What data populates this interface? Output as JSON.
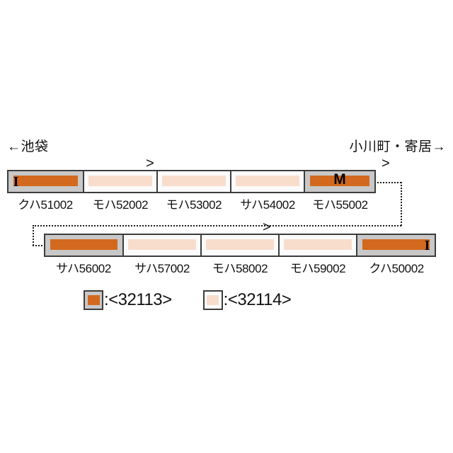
{
  "destinations": {
    "left": "←池袋",
    "right": "小川町・寄居→"
  },
  "rows": [
    {
      "id": "row-1",
      "cars": [
        {
          "number": "クハ51002",
          "style": "dark",
          "mark": "I",
          "mark_side": "left",
          "panto": false
        },
        {
          "number": "モハ52002",
          "style": "light",
          "mark": "",
          "mark_side": "",
          "panto": false
        },
        {
          "number": "モハ53002",
          "style": "light",
          "mark": "",
          "mark_side": "",
          "panto": true
        },
        {
          "number": "サハ54002",
          "style": "light",
          "mark": "",
          "mark_side": "",
          "panto": false
        },
        {
          "number": "モハ55002",
          "style": "dark",
          "mark": "M",
          "mark_side": "center",
          "panto": true
        }
      ]
    },
    {
      "id": "row-2",
      "cars": [
        {
          "number": "サハ56002",
          "style": "dark",
          "mark": "",
          "mark_side": "",
          "panto": false
        },
        {
          "number": "サハ57002",
          "style": "light",
          "mark": "",
          "mark_side": "",
          "panto": false
        },
        {
          "number": "モハ58002",
          "style": "light",
          "mark": "",
          "mark_side": "",
          "panto": true
        },
        {
          "number": "モハ59002",
          "style": "light",
          "mark": "",
          "mark_side": "",
          "panto": false
        },
        {
          "number": "クハ50002",
          "style": "dark",
          "mark": "I",
          "mark_side": "right",
          "panto": false
        }
      ]
    }
  ],
  "panto_symbol": ">",
  "legend": [
    {
      "swatch": "dark",
      "text": ":<32113>"
    },
    {
      "swatch": "light",
      "text": ":<32114>"
    }
  ],
  "colors": {
    "accent_orange": "#d2691e",
    "light_peach": "#f8ddcd",
    "car_gray": "#c8c8c8",
    "car_white": "#fbfbfb",
    "outline": "#3d3d3d"
  }
}
